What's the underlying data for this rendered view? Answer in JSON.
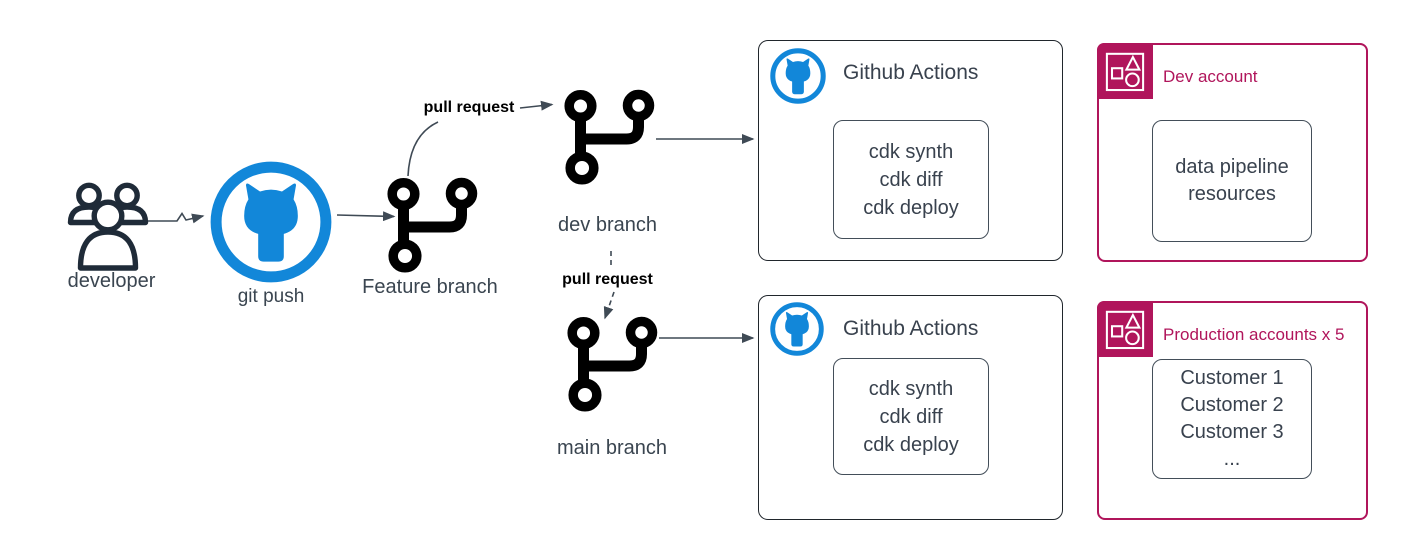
{
  "title": "CI/CD git workflow diagram",
  "colors": {
    "github_blue": "#1287d9",
    "account_pink": "#b0155b",
    "text_dark": "#39424e",
    "label_gray": "#3a4550",
    "icon_black": "#000000",
    "people_navy": "#1f2b38",
    "arrow_gray": "#3f4a55"
  },
  "nodes": {
    "developer": {
      "label": "developer"
    },
    "git_push": {
      "label": "git push"
    },
    "feature_branch": {
      "label": "Feature branch"
    },
    "dev_branch": {
      "label": "dev branch"
    },
    "main_branch": {
      "label": "main branch"
    }
  },
  "edges": {
    "pull_request_top": {
      "label": "pull request"
    },
    "pull_request_bottom": {
      "label": "pull request"
    }
  },
  "github_actions_dev": {
    "title": "Github Actions",
    "steps": [
      "cdk synth",
      "cdk diff",
      "cdk deploy"
    ]
  },
  "github_actions_prod": {
    "title": "Github Actions",
    "steps": [
      "cdk synth",
      "cdk diff",
      "cdk deploy"
    ]
  },
  "dev_account": {
    "title": "Dev account",
    "content_lines": [
      "data pipeline",
      "resources"
    ]
  },
  "production_accounts": {
    "title": "Production accounts x 5",
    "content_lines": [
      "Customer 1",
      "Customer 2",
      "Customer 3",
      "..."
    ]
  }
}
